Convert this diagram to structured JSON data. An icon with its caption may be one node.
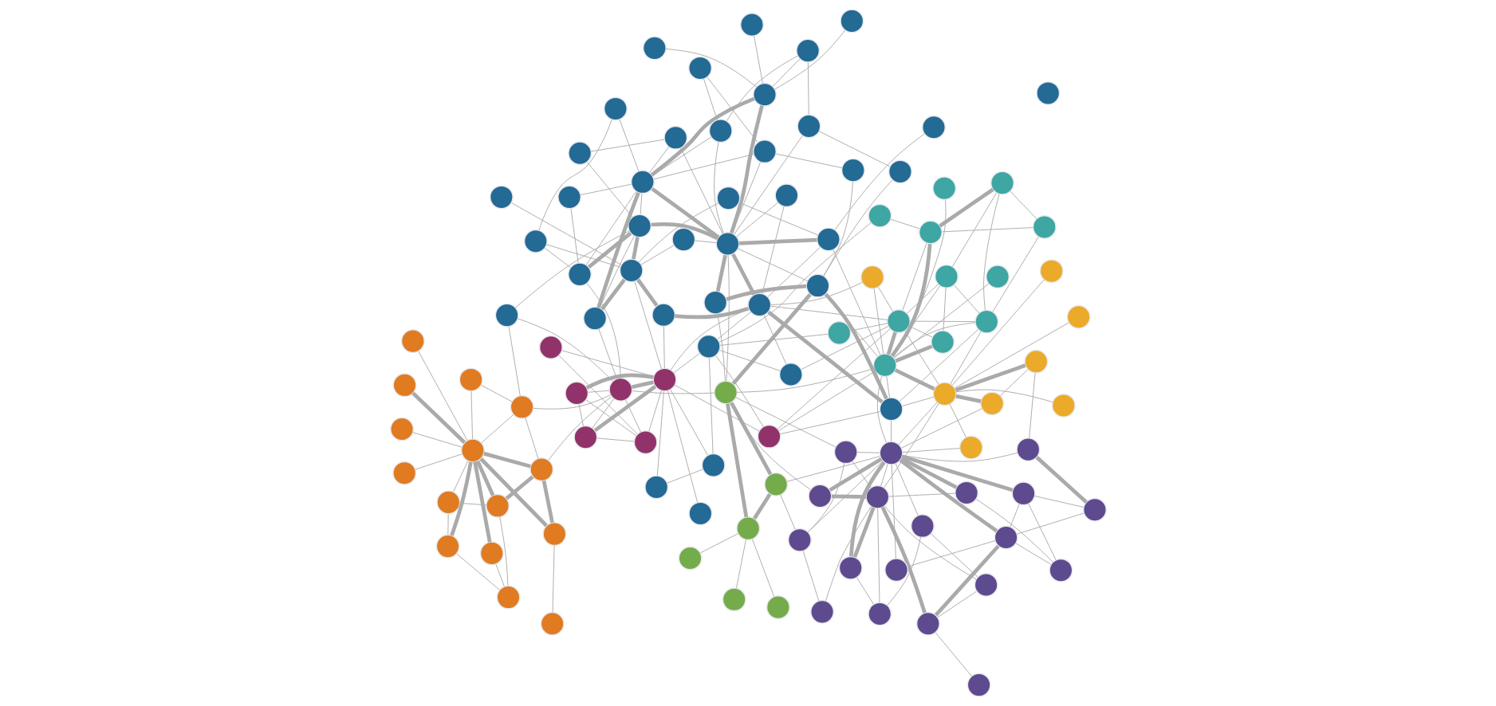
{
  "diagram": {
    "nodes": [
      {
        "text": [],
        "shape": "circle"
      },
      {
        "text": [],
        "shape": "circle"
      },
      {
        "text": [],
        "shape": "circle"
      },
      {
        "text": [],
        "shape": "circle"
      },
      {
        "text": [],
        "shape": "circle"
      },
      {
        "text": [],
        "shape": "circle"
      },
      {
        "text": [],
        "shape": "circle"
      },
      {
        "text": [],
        "shape": "circle"
      },
      {
        "text": [],
        "shape": "circle"
      },
      {
        "text": [],
        "shape": "circle"
      },
      {
        "text": [],
        "shape": "circle"
      },
      {
        "text": [],
        "shape": "circle"
      },
      {
        "text": [],
        "shape": "circle"
      },
      {
        "text": [],
        "shape": "circle"
      },
      {
        "text": [],
        "shape": "circle"
      },
      {
        "text": [],
        "shape": "circle"
      },
      {
        "text": [],
        "shape": "circle"
      },
      {
        "text": [],
        "shape": "circle"
      },
      {
        "text": [],
        "shape": "circle"
      },
      {
        "text": [],
        "shape": "circle"
      },
      {
        "text": [],
        "shape": "circle"
      },
      {
        "text": [],
        "shape": "circle"
      },
      {
        "text": [],
        "shape": "circle"
      },
      {
        "text": [],
        "shape": "circle"
      },
      {
        "text": [],
        "shape": "circle"
      },
      {
        "text": [],
        "shape": "circle"
      },
      {
        "text": [],
        "shape": "circle"
      },
      {
        "text": [],
        "shape": "circle"
      },
      {
        "text": [],
        "shape": "circle"
      },
      {
        "text": [],
        "shape": "circle"
      },
      {
        "text": [],
        "shape": "circle"
      },
      {
        "text": [],
        "shape": "circle"
      },
      {
        "text": [],
        "shape": "circle"
      },
      {
        "text": [],
        "shape": "circle"
      },
      {
        "text": [],
        "shape": "circle"
      },
      {
        "text": [],
        "shape": "circle"
      },
      {
        "text": [],
        "shape": "circle"
      },
      {
        "text": [],
        "shape": "circle"
      },
      {
        "text": [],
        "shape": "circle"
      },
      {
        "text": [],
        "shape": "circle"
      },
      {
        "text": [],
        "shape": "circle"
      },
      {
        "text": [],
        "shape": "circle"
      },
      {
        "text": [],
        "shape": "circle"
      },
      {
        "text": [],
        "shape": "circle"
      },
      {
        "text": [],
        "shape": "circle"
      },
      {
        "text": [],
        "shape": "circle"
      },
      {
        "text": [],
        "shape": "circle"
      },
      {
        "text": [],
        "shape": "circle"
      },
      {
        "text": [],
        "shape": "circle"
      },
      {
        "text": [],
        "shape": "circle"
      },
      {
        "text": [],
        "shape": "circle"
      },
      {
        "text": [],
        "shape": "circle"
      },
      {
        "text": [],
        "shape": "circle"
      },
      {
        "text": [],
        "shape": "circle"
      },
      {
        "text": [],
        "shape": "circle"
      },
      {
        "text": [],
        "shape": "circle"
      },
      {
        "text": [],
        "shape": "circle"
      },
      {
        "text": [],
        "shape": "circle"
      },
      {
        "text": [],
        "shape": "circle"
      },
      {
        "text": [],
        "shape": "circle"
      },
      {
        "text": [],
        "shape": "circle"
      },
      {
        "text": [],
        "shape": "circle"
      },
      {
        "text": [],
        "shape": "circle"
      },
      {
        "text": [],
        "shape": "circle"
      },
      {
        "text": [],
        "shape": "circle"
      },
      {
        "text": [],
        "shape": "circle"
      },
      {
        "text": [],
        "shape": "circle"
      },
      {
        "text": [],
        "shape": "circle"
      },
      {
        "text": [],
        "shape": "circle"
      },
      {
        "text": [],
        "shape": "circle"
      },
      {
        "text": [],
        "shape": "circle"
      },
      {
        "text": [],
        "shape": "circle"
      },
      {
        "text": [],
        "shape": "circle"
      },
      {
        "text": [],
        "shape": "circle"
      },
      {
        "text": [],
        "shape": "circle"
      },
      {
        "text": [],
        "shape": "circle"
      },
      {
        "text": [],
        "shape": "circle"
      },
      {
        "text": [],
        "shape": "circle"
      },
      {
        "text": [],
        "shape": "circle"
      },
      {
        "text": [],
        "shape": "circle"
      },
      {
        "text": [],
        "shape": "circle"
      },
      {
        "text": [],
        "shape": "circle"
      },
      {
        "text": [],
        "shape": "circle"
      },
      {
        "text": [],
        "shape": "circle"
      },
      {
        "text": [],
        "shape": "circle"
      },
      {
        "text": [],
        "shape": "circle"
      },
      {
        "text": [],
        "shape": "circle"
      },
      {
        "text": [],
        "shape": "circle"
      },
      {
        "text": [],
        "shape": "circle"
      },
      {
        "text": [],
        "shape": "circle"
      },
      {
        "text": [],
        "shape": "circle"
      },
      {
        "text": [],
        "shape": "circle"
      },
      {
        "text": [],
        "shape": "circle"
      },
      {
        "text": [],
        "shape": "circle"
      },
      {
        "text": [],
        "shape": "circle"
      },
      {
        "text": [],
        "shape": "circle"
      },
      {
        "text": [],
        "shape": "circle"
      },
      {
        "text": [],
        "shape": "circle"
      },
      {
        "text": [],
        "shape": "circle"
      },
      {
        "text": [],
        "shape": "circle"
      },
      {
        "text": [],
        "shape": "circle"
      },
      {
        "text": [],
        "shape": "circle"
      },
      {
        "text": [],
        "shape": "circle"
      },
      {
        "text": [],
        "shape": "circle"
      },
      {
        "text": [],
        "shape": "circle"
      },
      {
        "text": [],
        "shape": "circle"
      },
      {
        "text": [],
        "shape": "circle"
      }
    ],
    "edges": [
      {
        "from": 0,
        "to": 2,
        "arrow": "none"
      },
      {
        "from": 1,
        "to": 2,
        "arrow": "none"
      },
      {
        "from": 2,
        "to": 3,
        "arrow": "none"
      },
      {
        "from": 2,
        "to": 4,
        "arrow": "none",
        "style": "thick"
      },
      {
        "from": 2,
        "to": 5,
        "arrow": "none",
        "style": "thick"
      },
      {
        "from": 4,
        "to": 5,
        "arrow": "none",
        "style": "thick"
      },
      {
        "from": 4,
        "to": 19,
        "arrow": "none"
      },
      {
        "from": 4,
        "to": 12,
        "arrow": "none"
      },
      {
        "from": 5,
        "to": 63,
        "arrow": "none",
        "style": "thick"
      },
      {
        "from": 5,
        "to": 34,
        "arrow": "none"
      },
      {
        "from": 5,
        "to": 15,
        "arrow": "none"
      },
      {
        "from": 5,
        "to": 14,
        "arrow": "none"
      },
      {
        "from": 5,
        "to": 64,
        "arrow": "none"
      },
      {
        "from": 5,
        "to": 65,
        "arrow": "none"
      },
      {
        "from": 5,
        "to": 85,
        "arrow": "none"
      },
      {
        "from": 7,
        "to": 8,
        "arrow": "none"
      },
      {
        "from": 8,
        "to": 9,
        "arrow": "none"
      },
      {
        "from": 8,
        "to": 16,
        "arrow": "none",
        "style": "thick"
      },
      {
        "from": 8,
        "to": 17,
        "arrow": "none",
        "style": "thick"
      },
      {
        "from": 9,
        "to": 13,
        "arrow": "none"
      },
      {
        "from": 9,
        "to": 17,
        "arrow": "none"
      },
      {
        "from": 10,
        "to": 13,
        "arrow": "none"
      },
      {
        "from": 10,
        "to": 17,
        "arrow": "none"
      },
      {
        "from": 6,
        "to": 17,
        "arrow": "none"
      },
      {
        "from": 6,
        "to": 12,
        "arrow": "none"
      },
      {
        "from": 11,
        "to": 17,
        "arrow": "none",
        "style": "thick"
      },
      {
        "from": 11,
        "to": 19,
        "arrow": "none",
        "style": "thick"
      },
      {
        "from": 11,
        "to": 10,
        "arrow": "none"
      },
      {
        "from": 12,
        "to": 19,
        "arrow": "none"
      },
      {
        "from": 12,
        "to": 14,
        "arrow": "none"
      },
      {
        "from": 13,
        "to": 19,
        "arrow": "none"
      },
      {
        "from": 14,
        "to": 19,
        "arrow": "none"
      },
      {
        "from": 14,
        "to": 17,
        "arrow": "none"
      },
      {
        "from": 15,
        "to": 19,
        "arrow": "none",
        "style": "thick"
      },
      {
        "from": 15,
        "to": 17,
        "arrow": "none",
        "style": "thick"
      },
      {
        "from": 16,
        "to": 19,
        "arrow": "none",
        "style": "thick"
      },
      {
        "from": 16,
        "to": 20,
        "arrow": "none"
      },
      {
        "from": 16,
        "to": 18,
        "arrow": "none"
      },
      {
        "from": 16,
        "to": 24,
        "arrow": "none"
      },
      {
        "from": 17,
        "to": 19,
        "arrow": "none"
      },
      {
        "from": 18,
        "to": 19,
        "arrow": "none"
      },
      {
        "from": 20,
        "to": 19,
        "arrow": "none",
        "style": "thick"
      },
      {
        "from": 20,
        "to": 23,
        "arrow": "none"
      },
      {
        "from": 21,
        "to": 19,
        "arrow": "none",
        "style": "thick"
      },
      {
        "from": 21,
        "to": 17,
        "arrow": "none"
      },
      {
        "from": 22,
        "to": 19,
        "arrow": "none"
      },
      {
        "from": 23,
        "to": 22,
        "arrow": "none",
        "style": "thick"
      },
      {
        "from": 23,
        "to": 16,
        "arrow": "none"
      },
      {
        "from": 24,
        "to": 20,
        "arrow": "none"
      },
      {
        "from": 24,
        "to": 21,
        "arrow": "none"
      },
      {
        "from": 19,
        "to": 29,
        "arrow": "none"
      },
      {
        "from": 19,
        "to": 26,
        "arrow": "none"
      },
      {
        "from": 19,
        "to": 34,
        "arrow": "none"
      },
      {
        "from": 19,
        "to": 74,
        "arrow": "none"
      },
      {
        "from": 19,
        "to": 28,
        "arrow": "none"
      },
      {
        "from": 22,
        "to": 27,
        "arrow": "none"
      },
      {
        "from": 17,
        "to": 29,
        "arrow": "none"
      },
      {
        "from": 26,
        "to": 29,
        "arrow": "none",
        "style": "thick"
      },
      {
        "from": 27,
        "to": 29,
        "arrow": "none",
        "style": "thick"
      },
      {
        "from": 28,
        "to": 29,
        "arrow": "none"
      },
      {
        "from": 25,
        "to": 29,
        "arrow": "none"
      },
      {
        "from": 31,
        "to": 29,
        "arrow": "none"
      },
      {
        "from": 32,
        "to": 29,
        "arrow": "none"
      },
      {
        "from": 27,
        "to": 26,
        "arrow": "none"
      },
      {
        "from": 29,
        "to": 34,
        "arrow": "none",
        "style": "thick"
      },
      {
        "from": 29,
        "to": 35,
        "arrow": "none"
      },
      {
        "from": 29,
        "to": 74,
        "arrow": "none"
      },
      {
        "from": 29,
        "to": 39,
        "arrow": "none"
      },
      {
        "from": 30,
        "to": 34,
        "arrow": "none"
      },
      {
        "from": 30,
        "to": 39,
        "arrow": "none"
      },
      {
        "from": 30,
        "to": 75,
        "arrow": "none"
      },
      {
        "from": 33,
        "to": 34,
        "arrow": "none"
      },
      {
        "from": 34,
        "to": 35,
        "arrow": "none"
      },
      {
        "from": 34,
        "to": 37,
        "arrow": "none"
      },
      {
        "from": 34,
        "to": 38,
        "arrow": "none",
        "style": "thick"
      },
      {
        "from": 34,
        "to": 39,
        "arrow": "none",
        "style": "thick"
      },
      {
        "from": 34,
        "to": 43,
        "arrow": "none",
        "style": "thick"
      },
      {
        "from": 34,
        "to": 63,
        "arrow": "none"
      },
      {
        "from": 34,
        "to": 74,
        "arrow": "none"
      },
      {
        "from": 34,
        "to": 72,
        "arrow": "none"
      },
      {
        "from": 34,
        "to": 86,
        "arrow": "none"
      },
      {
        "from": 34,
        "to": 36,
        "arrow": "none"
      },
      {
        "from": 35,
        "to": 37,
        "arrow": "none"
      },
      {
        "from": 35,
        "to": 39,
        "arrow": "none"
      },
      {
        "from": 35,
        "to": 41,
        "arrow": "none"
      },
      {
        "from": 35,
        "to": 42,
        "arrow": "none"
      },
      {
        "from": 37,
        "to": 38,
        "arrow": "none"
      },
      {
        "from": 37,
        "to": 42,
        "arrow": "none"
      },
      {
        "from": 37,
        "to": 39,
        "arrow": "none"
      },
      {
        "from": 38,
        "to": 39,
        "arrow": "none"
      },
      {
        "from": 39,
        "to": 43,
        "arrow": "none"
      },
      {
        "from": 39,
        "to": 86,
        "arrow": "none"
      },
      {
        "from": 39,
        "to": 75,
        "arrow": "none"
      },
      {
        "from": 39,
        "to": 40,
        "arrow": "none"
      },
      {
        "from": 41,
        "to": 43,
        "arrow": "none"
      },
      {
        "from": 41,
        "to": 42,
        "arrow": "none"
      },
      {
        "from": 42,
        "to": 43,
        "arrow": "none",
        "style": "thick"
      },
      {
        "from": 43,
        "to": 44,
        "arrow": "none"
      },
      {
        "from": 44,
        "to": 81,
        "arrow": "none"
      },
      {
        "from": 40,
        "to": 81,
        "arrow": "none"
      },
      {
        "from": 39,
        "to": 77,
        "arrow": "none"
      },
      {
        "from": 35,
        "to": 74,
        "arrow": "none"
      },
      {
        "from": 45,
        "to": 47,
        "arrow": "none"
      },
      {
        "from": 46,
        "to": 47,
        "arrow": "none"
      },
      {
        "from": 47,
        "to": 48,
        "arrow": "none"
      },
      {
        "from": 47,
        "to": 65,
        "arrow": "none",
        "style": "thick"
      },
      {
        "from": 47,
        "to": 53,
        "arrow": "none",
        "style": "thick"
      },
      {
        "from": 47,
        "to": 51,
        "arrow": "none"
      },
      {
        "from": 49,
        "to": 50,
        "arrow": "none"
      },
      {
        "from": 49,
        "to": 63,
        "arrow": "none"
      },
      {
        "from": 50,
        "to": 56,
        "arrow": "none"
      },
      {
        "from": 50,
        "to": 53,
        "arrow": "none"
      },
      {
        "from": 50,
        "to": 65,
        "arrow": "none"
      },
      {
        "from": 51,
        "to": 57,
        "arrow": "none"
      },
      {
        "from": 51,
        "to": 59,
        "arrow": "none"
      },
      {
        "from": 52,
        "to": 53,
        "arrow": "none"
      },
      {
        "from": 52,
        "to": 60,
        "arrow": "none"
      },
      {
        "from": 52,
        "to": 65,
        "arrow": "none"
      },
      {
        "from": 53,
        "to": 54,
        "arrow": "none"
      },
      {
        "from": 53,
        "to": 61,
        "arrow": "none"
      },
      {
        "from": 53,
        "to": 66,
        "arrow": "none"
      },
      {
        "from": 53,
        "to": 69,
        "arrow": "none",
        "style": "thick"
      },
      {
        "from": 53,
        "to": 65,
        "arrow": "none",
        "style": "thick"
      },
      {
        "from": 53,
        "to": 57,
        "arrow": "none"
      },
      {
        "from": 53,
        "to": 55,
        "arrow": "none"
      },
      {
        "from": 54,
        "to": 61,
        "arrow": "none"
      },
      {
        "from": 55,
        "to": 62,
        "arrow": "none"
      },
      {
        "from": 56,
        "to": 57,
        "arrow": "none"
      },
      {
        "from": 57,
        "to": 65,
        "arrow": "none"
      },
      {
        "from": 58,
        "to": 59,
        "arrow": "none"
      },
      {
        "from": 58,
        "to": 63,
        "arrow": "none"
      },
      {
        "from": 59,
        "to": 65,
        "arrow": "none"
      },
      {
        "from": 60,
        "to": 66,
        "arrow": "none"
      },
      {
        "from": 61,
        "to": 62,
        "arrow": "none"
      },
      {
        "from": 61,
        "to": 85,
        "arrow": "none"
      },
      {
        "from": 61,
        "to": 66,
        "arrow": "none",
        "style": "thick"
      },
      {
        "from": 62,
        "to": 76,
        "arrow": "none"
      },
      {
        "from": 63,
        "to": 64,
        "arrow": "none",
        "style": "thick"
      },
      {
        "from": 63,
        "to": 65,
        "arrow": "none"
      },
      {
        "from": 63,
        "to": 74,
        "arrow": "none",
        "style": "thick"
      },
      {
        "from": 64,
        "to": 65,
        "arrow": "none",
        "style": "thick"
      },
      {
        "from": 65,
        "to": 66,
        "arrow": "none",
        "style": "thick"
      },
      {
        "from": 65,
        "to": 68,
        "arrow": "none"
      },
      {
        "from": 65,
        "to": 72,
        "arrow": "none",
        "style": "thick"
      },
      {
        "from": 65,
        "to": 75,
        "arrow": "none",
        "style": "thick"
      },
      {
        "from": 65,
        "to": 67,
        "arrow": "none"
      },
      {
        "from": 66,
        "to": 69,
        "arrow": "none"
      },
      {
        "from": 66,
        "to": 76,
        "arrow": "none",
        "style": "thick"
      },
      {
        "from": 67,
        "to": 75,
        "arrow": "none"
      },
      {
        "from": 68,
        "to": 76,
        "arrow": "none"
      },
      {
        "from": 69,
        "to": 76,
        "arrow": "none",
        "style": "thick"
      },
      {
        "from": 69,
        "to": 85,
        "arrow": "none"
      },
      {
        "from": 70,
        "to": 66,
        "arrow": "none"
      },
      {
        "from": 71,
        "to": 72,
        "arrow": "none"
      },
      {
        "from": 72,
        "to": 75,
        "arrow": "none"
      },
      {
        "from": 72,
        "to": 73,
        "arrow": "none"
      },
      {
        "from": 73,
        "to": 76,
        "arrow": "none"
      },
      {
        "from": 74,
        "to": 75,
        "arrow": "none",
        "style": "thick"
      },
      {
        "from": 74,
        "to": 86,
        "arrow": "none"
      },
      {
        "from": 75,
        "to": 77,
        "arrow": "none"
      },
      {
        "from": 75,
        "to": 78,
        "arrow": "none",
        "style": "thick"
      },
      {
        "from": 75,
        "to": 81,
        "arrow": "none"
      },
      {
        "from": 75,
        "to": 87,
        "arrow": "none"
      },
      {
        "from": 76,
        "to": 78,
        "arrow": "none",
        "style": "thick"
      },
      {
        "from": 76,
        "to": 87,
        "arrow": "none"
      },
      {
        "from": 76,
        "to": 80,
        "arrow": "none"
      },
      {
        "from": 77,
        "to": 81,
        "arrow": "none"
      },
      {
        "from": 78,
        "to": 87,
        "arrow": "none"
      },
      {
        "from": 81,
        "to": 86,
        "arrow": "none"
      },
      {
        "from": 81,
        "to": 87,
        "arrow": "none"
      },
      {
        "from": 81,
        "to": 82,
        "arrow": "none"
      },
      {
        "from": 82,
        "to": 87,
        "arrow": "none"
      },
      {
        "from": 83,
        "to": 87,
        "arrow": "none"
      },
      {
        "from": 84,
        "to": 87,
        "arrow": "none"
      },
      {
        "from": 82,
        "to": 83,
        "arrow": "none"
      },
      {
        "from": 70,
        "to": 85,
        "arrow": "none"
      },
      {
        "from": 70,
        "to": 93,
        "arrow": "none"
      },
      {
        "from": 85,
        "to": 87,
        "arrow": "none",
        "style": "thick"
      },
      {
        "from": 85,
        "to": 88,
        "arrow": "none"
      },
      {
        "from": 85,
        "to": 90,
        "arrow": "none"
      },
      {
        "from": 85,
        "to": 89,
        "arrow": "none"
      },
      {
        "from": 85,
        "to": 93,
        "arrow": "none"
      },
      {
        "from": 85,
        "to": 94,
        "arrow": "none"
      },
      {
        "from": 86,
        "to": 87,
        "arrow": "none"
      },
      {
        "from": 87,
        "to": 88,
        "arrow": "none",
        "style": "thick"
      },
      {
        "from": 87,
        "to": 90,
        "arrow": "none"
      },
      {
        "from": 87,
        "to": 91,
        "arrow": "none"
      },
      {
        "from": 88,
        "to": 89,
        "arrow": "none"
      },
      {
        "from": 88,
        "to": 90,
        "arrow": "none"
      },
      {
        "from": 90,
        "to": 91,
        "arrow": "none"
      },
      {
        "from": 90,
        "to": 89,
        "arrow": "none"
      },
      {
        "from": 87,
        "to": 89,
        "arrow": "none",
        "style": "thick"
      },
      {
        "from": 92,
        "to": 93,
        "arrow": "none"
      },
      {
        "from": 93,
        "to": 99,
        "arrow": "none"
      },
      {
        "from": 93,
        "to": 94,
        "arrow": "none"
      },
      {
        "from": 94,
        "to": 95,
        "arrow": "none",
        "style": "thick"
      },
      {
        "from": 94,
        "to": 99,
        "arrow": "none",
        "style": "thick"
      },
      {
        "from": 94,
        "to": 105,
        "arrow": "none",
        "style": "thick"
      },
      {
        "from": 95,
        "to": 99,
        "arrow": "none",
        "style": "thick"
      },
      {
        "from": 95,
        "to": 96,
        "arrow": "none"
      },
      {
        "from": 95,
        "to": 98,
        "arrow": "none"
      },
      {
        "from": 96,
        "to": 97,
        "arrow": "none"
      },
      {
        "from": 96,
        "to": 99,
        "arrow": "none"
      },
      {
        "from": 97,
        "to": 99,
        "arrow": "none",
        "style": "thick"
      },
      {
        "from": 97,
        "to": 98,
        "arrow": "none"
      },
      {
        "from": 98,
        "to": 101,
        "arrow": "none"
      },
      {
        "from": 99,
        "to": 100,
        "arrow": "none"
      },
      {
        "from": 99,
        "to": 101,
        "arrow": "none",
        "style": "thick"
      },
      {
        "from": 99,
        "to": 103,
        "arrow": "none",
        "style": "thick"
      },
      {
        "from": 99,
        "to": 102,
        "arrow": "none"
      },
      {
        "from": 99,
        "to": 104,
        "arrow": "none"
      },
      {
        "from": 99,
        "to": 105,
        "arrow": "none",
        "style": "thick"
      },
      {
        "from": 105,
        "to": 106,
        "arrow": "none"
      },
      {
        "from": 92,
        "to": 99,
        "arrow": "none"
      }
    ]
  }
}
